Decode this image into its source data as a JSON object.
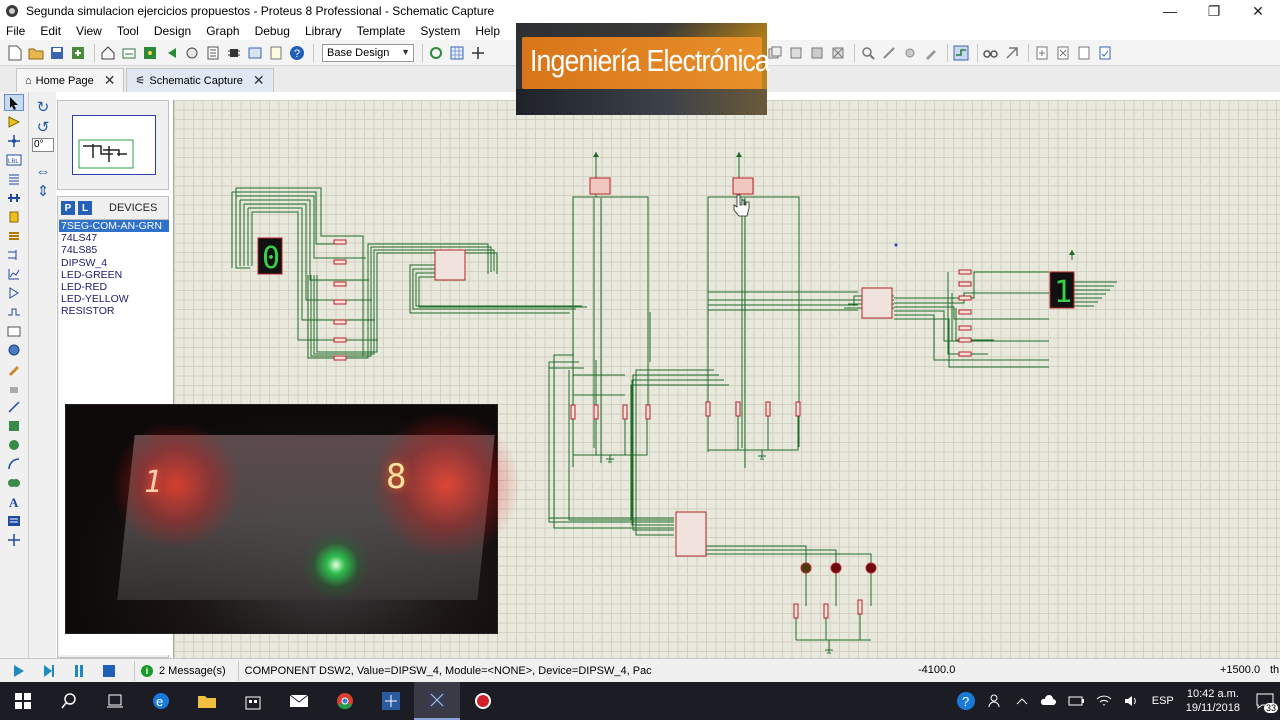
{
  "window": {
    "title": "Segunda simulacion ejercicios propuestos - Proteus 8 Professional - Schematic Capture",
    "controls": [
      "—",
      "❐",
      "✕"
    ]
  },
  "menu": [
    "File",
    "Edit",
    "View",
    "Tool",
    "Design",
    "Graph",
    "Debug",
    "Library",
    "Template",
    "System",
    "Help"
  ],
  "toolbar": {
    "design_combo": "Base Design",
    "combo_arrow": "▼"
  },
  "banner": {
    "text": "Ingeniería Electrónica"
  },
  "tabs": [
    {
      "label": "Home Page",
      "close": "✕"
    },
    {
      "label": "Schematic Capture",
      "close": "✕"
    }
  ],
  "rotation": {
    "angle": "0°"
  },
  "devices": {
    "mode_p": "P",
    "mode_l": "L",
    "title": "DEVICES",
    "items": [
      "7SEG-COM-AN-GRN",
      "74LS47",
      "74LS85",
      "DIPSW_4",
      "LED-GREEN",
      "LED-RED",
      "LED-YELLOW",
      "RESISTOR"
    ],
    "selected_index": 0
  },
  "schematic": {
    "display_left": "0",
    "display_right": "1"
  },
  "photo": {
    "digit_left": "1",
    "digit_right": "8"
  },
  "status": {
    "messages": "2 Message(s)",
    "message_icon": "i",
    "text": "COMPONENT DSW2, Value=DIPSW_4, Module=<NONE>, Device=DIPSW_4, Pac",
    "coord_x": "-4100.0",
    "coord_y": "+1500.0",
    "unit": "th"
  },
  "taskbar": {
    "language": "ESP",
    "time": "10:42 a.m.",
    "date": "19/11/2018",
    "notifications": "33",
    "help_icon": "?"
  },
  "colors": {
    "wire": "#1e6b2a",
    "component": "#b5242a",
    "sheet": "#e9e8dc",
    "selection": "#3072c9",
    "taskbar": "#1c1c24"
  }
}
